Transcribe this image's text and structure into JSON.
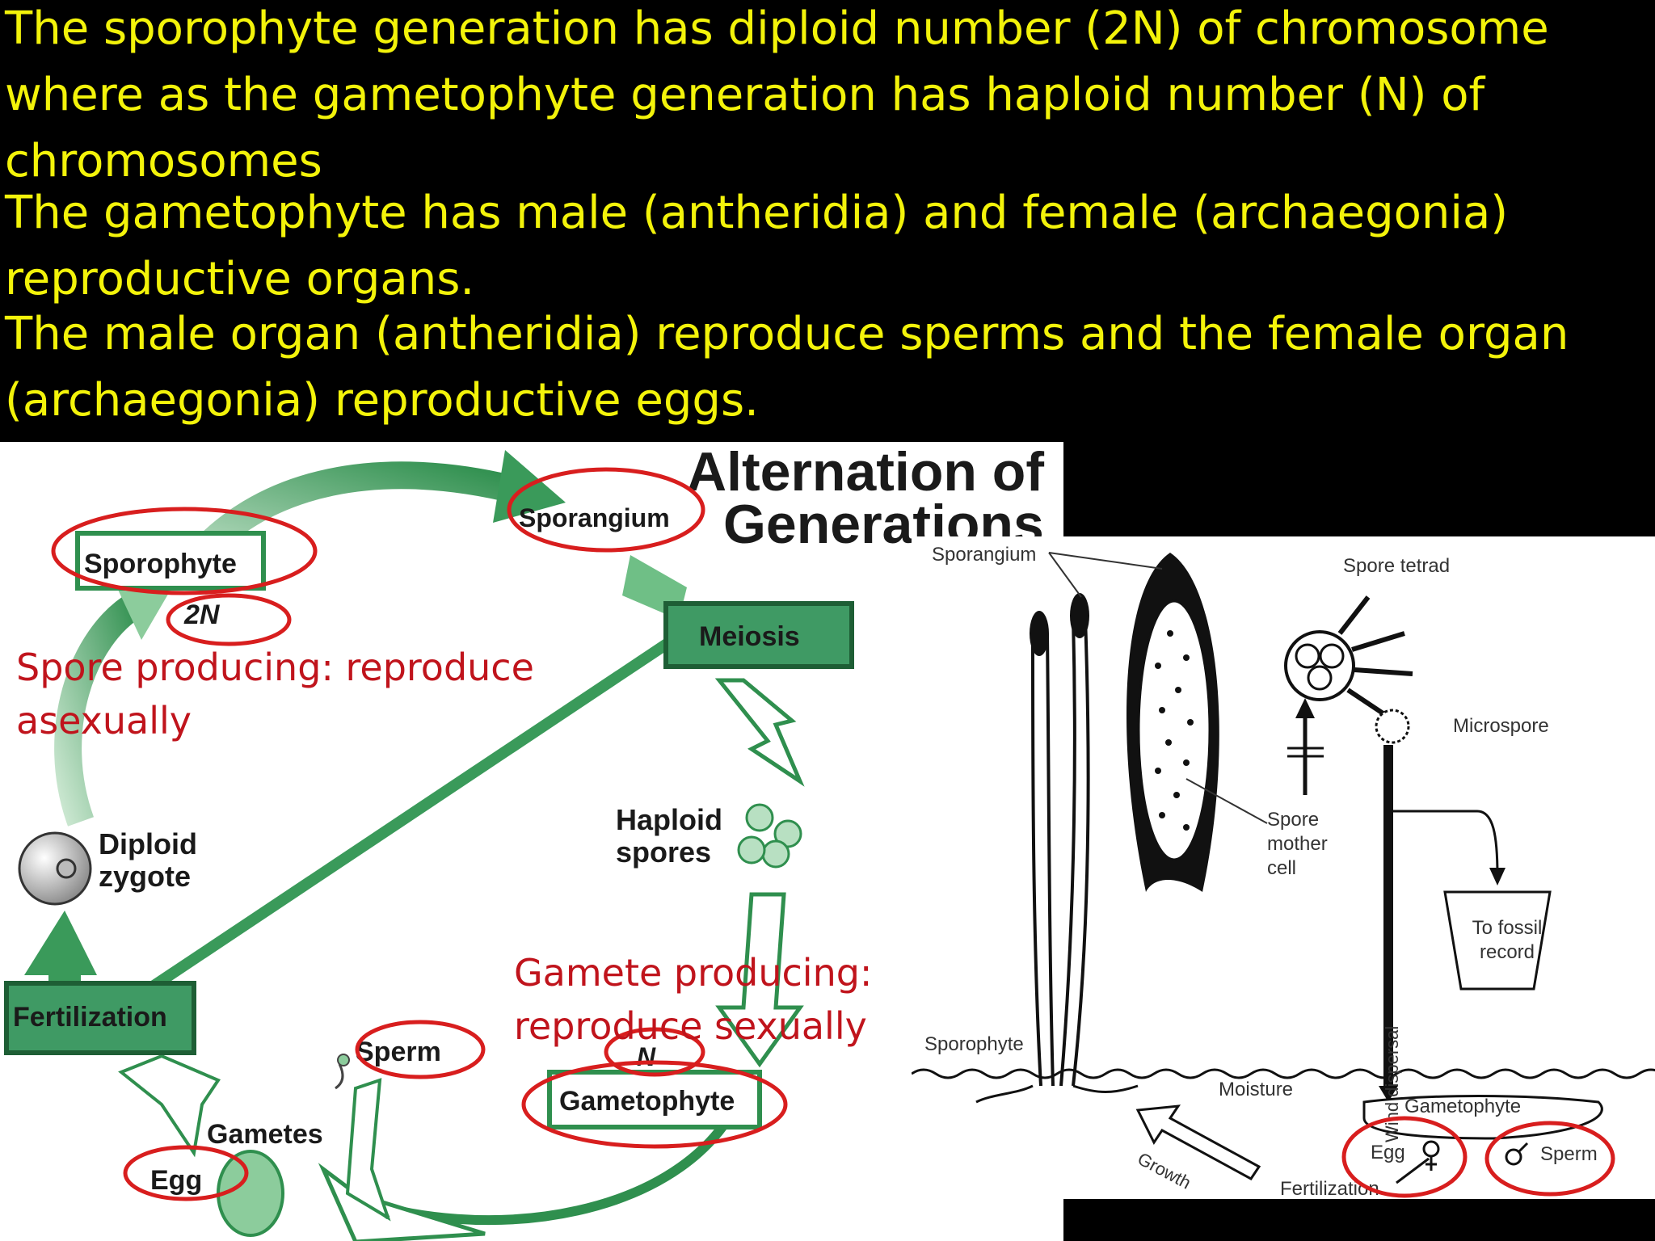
{
  "paragraphs": [
    "The sporophyte generation has diploid number (2N) of chromosome",
    "where as the gametophyte generation has haploid number (N) of",
    "chromosomes",
    "The gametophyte has male (antheridia) and female (archaegonia)",
    "reproductive organs.",
    "The male organ (antheridia) reproduce sperms and the female organ",
    "(archaegonia) reproductive eggs."
  ],
  "left_diagram": {
    "title_line1": "Alternation of",
    "title_line2": "Generations",
    "sporophyte": "Sporophyte",
    "two_n": "2N",
    "sporangium": "Sporangium",
    "meiosis": "Meiosis",
    "haploid_spores_1": "Haploid",
    "haploid_spores_2": "spores",
    "diploid_zygote_1": "Diploid",
    "diploid_zygote_2": "zygote",
    "fertilization": "Fertilization",
    "sperm": "Sperm",
    "gametes": "Gametes",
    "egg": "Egg",
    "n": "N",
    "gametophyte": "Gametophyte"
  },
  "annotations": {
    "spore_line1": "Spore producing: reproduce",
    "spore_line2": "asexually",
    "gamete_line1": "Gamete producing:",
    "gamete_line2": "reproduce sexually"
  },
  "right_diagram": {
    "sporangium": "Sporangium",
    "spore_tetrad": "Spore tetrad",
    "microspore": "Microspore",
    "spore_mother_cell_1": "Spore",
    "spore_mother_cell_2": "mother",
    "spore_mother_cell_3": "cell",
    "to_fossil_record_1": "To fossil",
    "to_fossil_record_2": "record",
    "wind_dispersal": "Wind dispersal",
    "sporophyte": "Sporophyte",
    "moisture": "Moisture",
    "gametophyte": "Gametophyte",
    "egg": "Egg",
    "sperm": "Sperm",
    "growth": "Growth",
    "fertilization": "Fertilization"
  },
  "colors": {
    "text": "#f3f30a",
    "annotation": "#c0141c",
    "circle": "#d81e1e",
    "arrow_green": "#3a9a5a",
    "box_green": "#3f9a64"
  }
}
